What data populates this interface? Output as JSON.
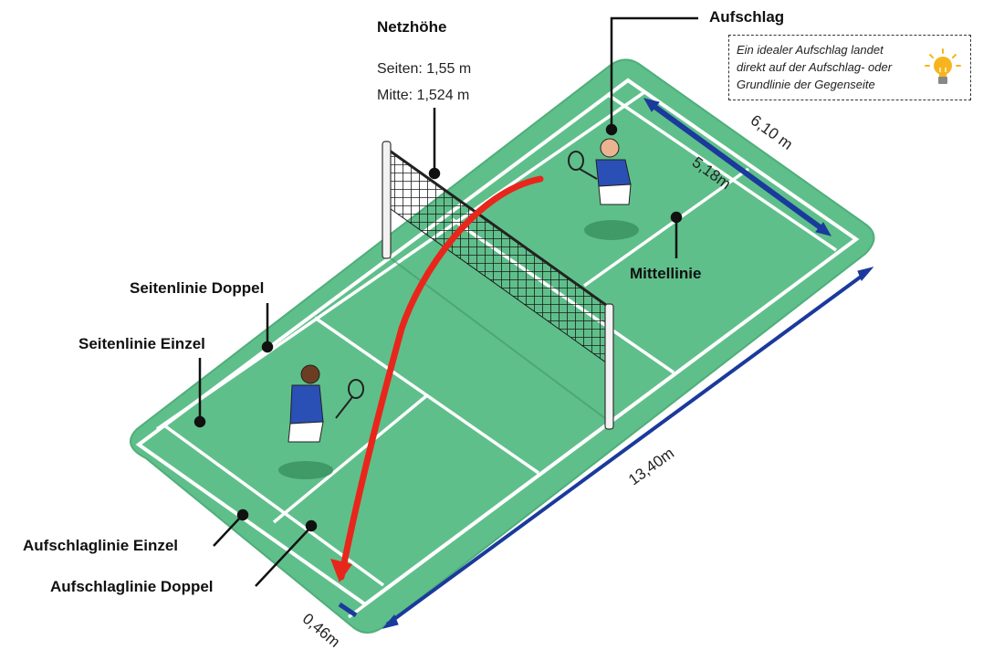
{
  "net_height": {
    "title": "Netzhöhe",
    "sides": "Seiten: 1,55 m",
    "middle": "Mitte:  1,524 m"
  },
  "callouts": {
    "serve": "Aufschlag",
    "center_line": "Mittellinie",
    "sideline_doubles": "Seitenlinie Doppel",
    "sideline_singles": "Seitenlinie Einzel",
    "service_line_singles": "Aufschlaglinie Einzel",
    "service_line_doubles": "Aufschlaglinie Doppel"
  },
  "tip": {
    "lines": [
      "Ein idealer Aufschlag landet",
      "direkt auf der Aufschlag- oder",
      "Grundlinie der Gegenseite"
    ],
    "icon": "lightbulb-icon"
  },
  "dimensions": {
    "doubles_width": "6,10 m",
    "singles_width": "5,18m",
    "court_length": "13,40m",
    "sideline_gap": "0,46m"
  },
  "colors": {
    "court": "#5fbf8a",
    "court_edge": "#4fae7a",
    "lines": "#ffffff",
    "dimension_arrow": "#1a3a9c",
    "serve_arc": "#e8261c",
    "shirt": "#2a4fb5",
    "bulb": "#f6b51e"
  }
}
